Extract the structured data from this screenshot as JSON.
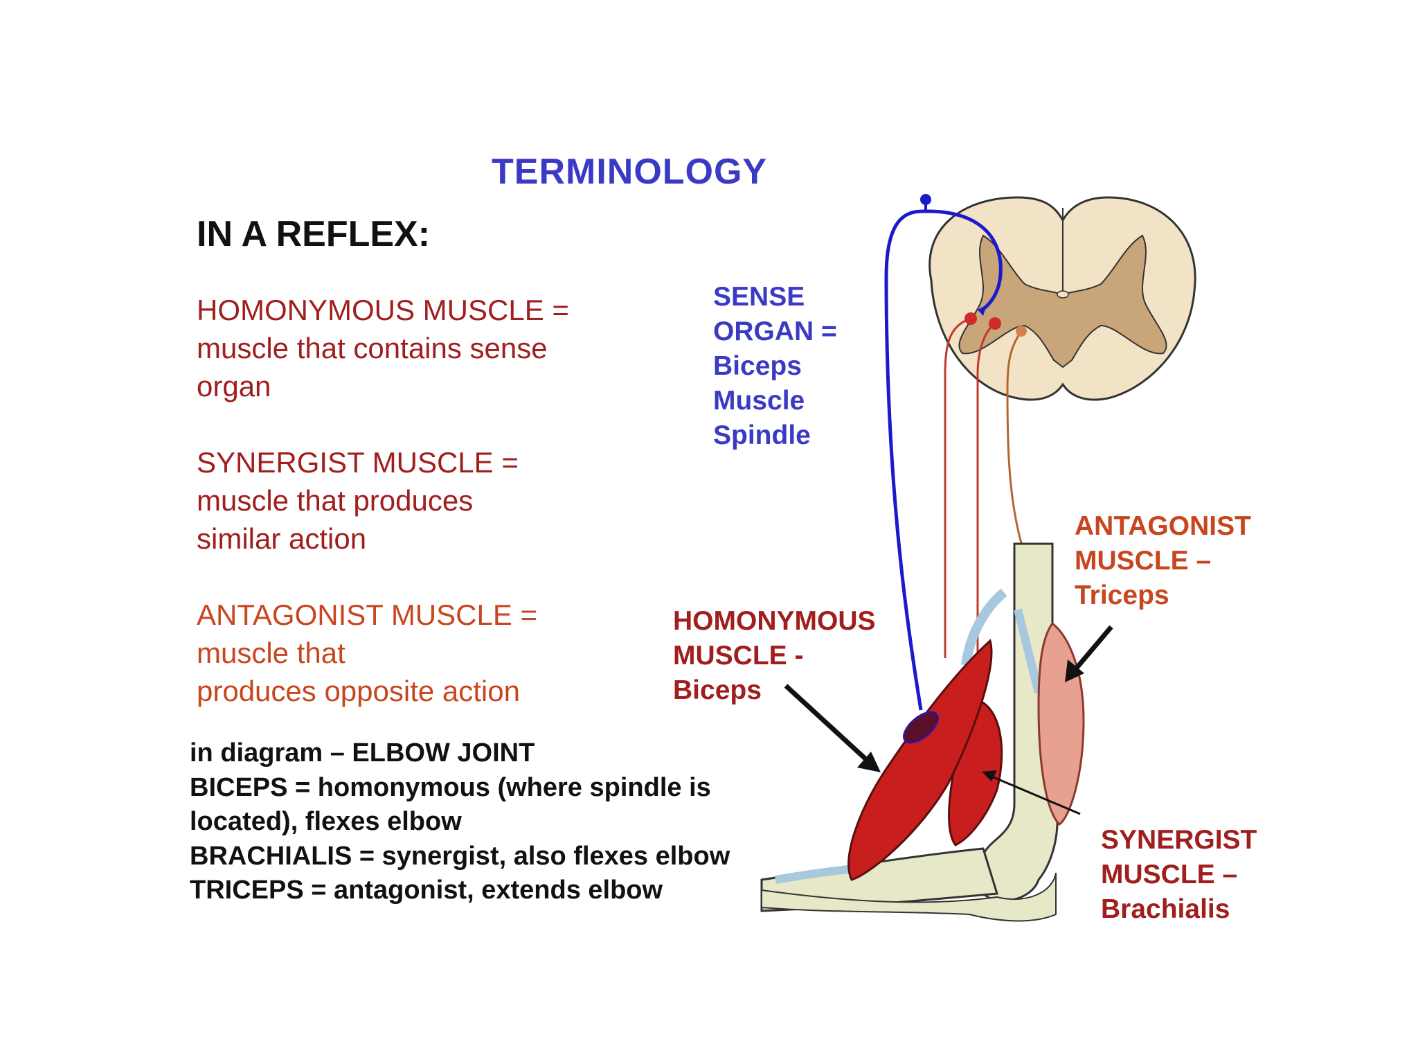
{
  "title": "TERMINOLOGY",
  "subtitle": "IN A REFLEX:",
  "definitions": [
    {
      "term": "HOMONYMOUS MUSCLE =",
      "desc_lines": [
        "muscle that contains sense",
        "organ"
      ],
      "color": "#a01e1e"
    },
    {
      "term": "SYNERGIST MUSCLE =",
      "desc_lines": [
        "muscle that produces",
        "similar action"
      ],
      "color": "#a01e1e"
    },
    {
      "term": "ANTAGONIST MUSCLE =",
      "desc_lines": [
        "muscle that",
        "produces opposite action"
      ],
      "color": "#c8461e"
    }
  ],
  "notes": [
    "in diagram – ELBOW JOINT",
    "BICEPS = homonymous (where spindle is",
    "located), flexes elbow",
    "BRACHIALIS = synergist, also flexes elbow",
    "TRICEPS = antagonist, extends elbow"
  ],
  "labels": {
    "sense_organ": {
      "lines": [
        "SENSE",
        "ORGAN =",
        "Biceps",
        "Muscle",
        "Spindle"
      ],
      "color": "#3a3ac4"
    },
    "homonymous": {
      "lines": [
        "HOMONYMOUS",
        "MUSCLE -",
        "Biceps"
      ],
      "color": "#a01e1e"
    },
    "antagonist": {
      "lines": [
        "ANTAGONIST",
        "MUSCLE –",
        "Triceps"
      ],
      "color": "#c8461e"
    },
    "synergist": {
      "lines": [
        "SYNERGIST",
        "MUSCLE –",
        "Brachialis"
      ],
      "color": "#a01e1e"
    }
  },
  "colors": {
    "sensory_neuron": "#1a1acc",
    "motor_neuron": "#c0392b",
    "muscle_red": "#c81e1e",
    "triceps": "#e8a090",
    "bone": "#e6e8c8",
    "spinal_cord_white": "#f3e3c6",
    "spinal_cord_grey": "#c9a57a"
  }
}
